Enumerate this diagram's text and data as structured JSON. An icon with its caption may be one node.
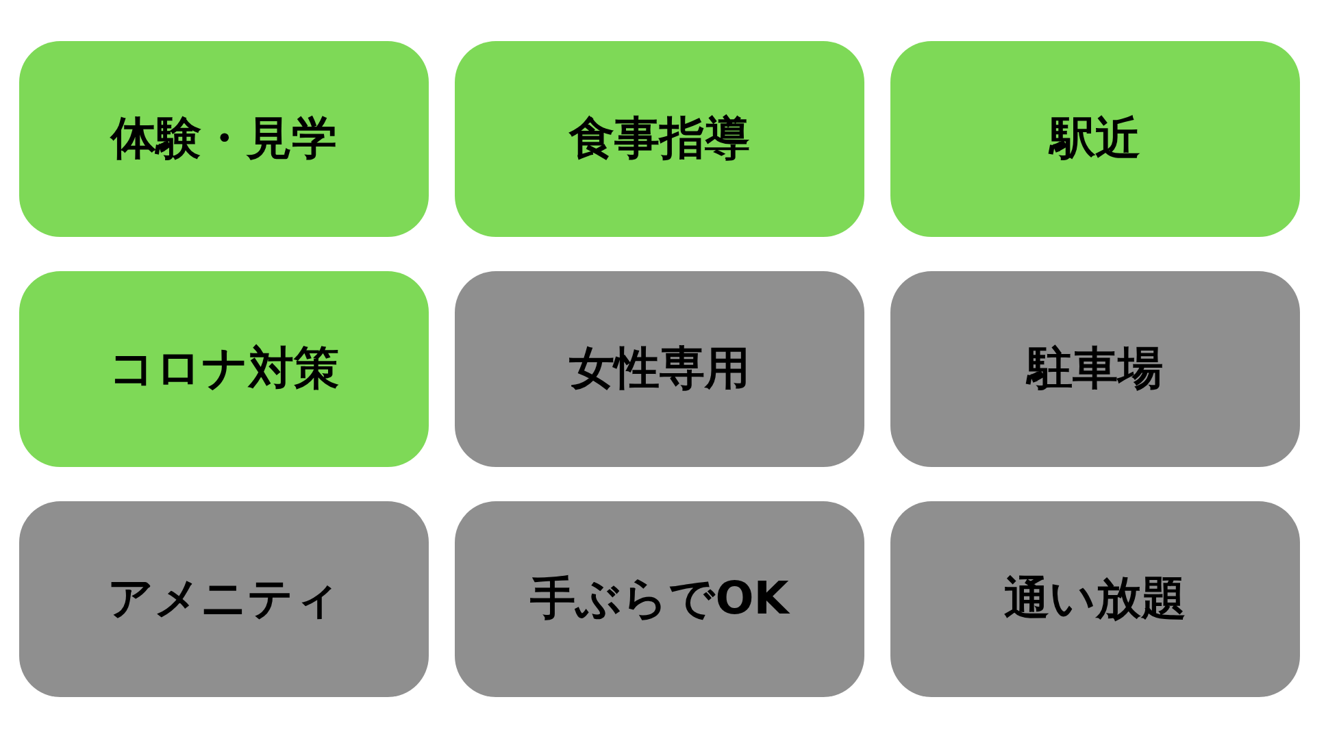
{
  "diagram": {
    "nodes": [
      {
        "text": [
          "体験・見学"
        ]
      },
      {
        "text": [
          "食事指導"
        ]
      },
      {
        "text": [
          "駅近"
        ]
      },
      {
        "text": [
          "コロナ対策"
        ]
      },
      {
        "text": [
          "女性専用"
        ]
      },
      {
        "text": [
          "駐車場"
        ]
      },
      {
        "text": [
          "アメニティ"
        ]
      },
      {
        "text": [
          "手ぶらでOK"
        ]
      },
      {
        "text": [
          "通い放題"
        ]
      }
    ]
  }
}
